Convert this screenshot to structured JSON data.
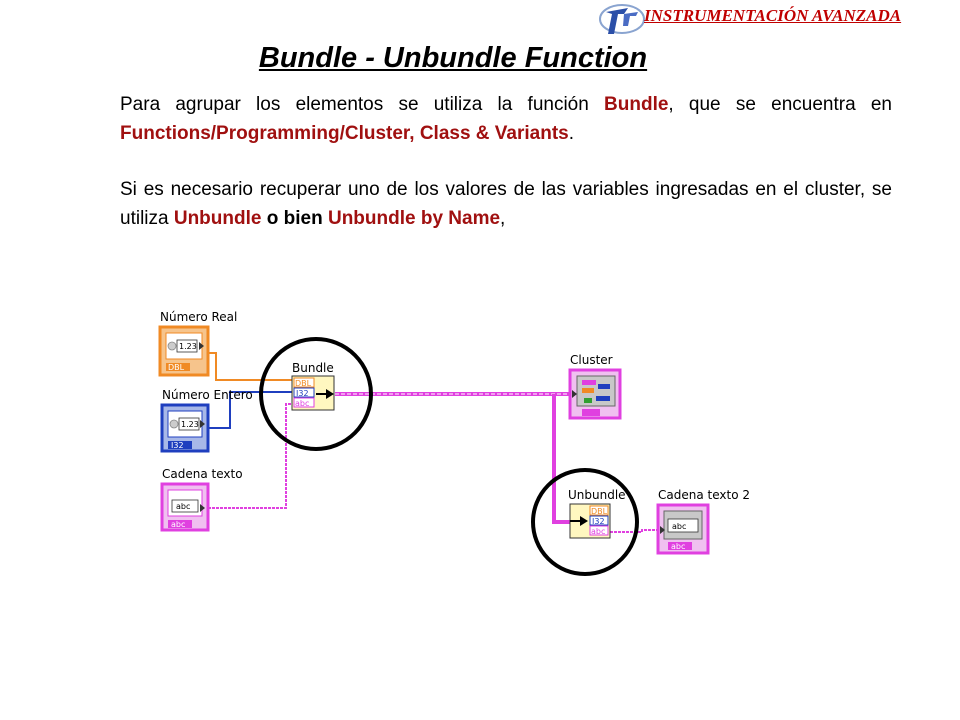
{
  "header": {
    "brand": "INSTRUMENTACIÓN AVANZADA"
  },
  "title": "Bundle - Unbundle Function",
  "paragraph1": {
    "t1": "Para agrupar los elementos se utiliza la función ",
    "b1": "Bundle",
    "t2": ", que se encuentra en ",
    "b2": "Functions/Programming/Cluster, Class & Variants",
    "t3": "."
  },
  "paragraph2": {
    "t1": "Si es necesario recuperar uno de los valores de las variables ingresadas en el cluster, se utiliza ",
    "b1": "Unbundle",
    "b2": " o bien ",
    "b3": "Unbundle by Name",
    "t2": ","
  },
  "diagram": {
    "labels": {
      "numero_real": "Número Real",
      "numero_entero": "Número Entero",
      "cadena_texto": "Cadena texto",
      "bundle": "Bundle",
      "cluster": "Cluster",
      "unbundle": "Unbundle",
      "cadena_texto_2": "Cadena texto 2"
    },
    "terminals": {
      "dbl_value": "1.23",
      "dbl_type": "DBL",
      "i32_value": "1.23",
      "i32_type": "I32",
      "abc_value": "abc",
      "abc_type": "abc"
    },
    "colors": {
      "orange": "#f08a24",
      "blue": "#1f3fbf",
      "pink": "#e040e0",
      "circle": "#000000"
    }
  }
}
